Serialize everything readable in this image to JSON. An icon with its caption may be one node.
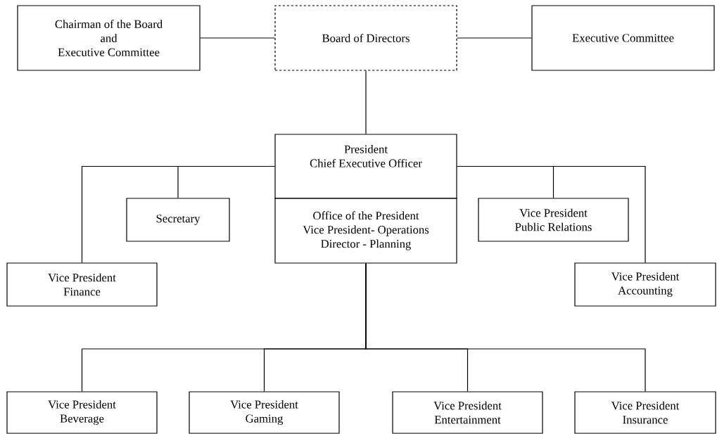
{
  "diagram": {
    "nodes": [
      {
        "text": [
          "Chairman of the Board",
          "and",
          "Executive Committee"
        ]
      },
      {
        "text": [
          "Board of Directors"
        ]
      },
      {
        "text": [
          "Executive Committee"
        ]
      },
      {
        "text": [
          "President",
          "Chief Executive Officer"
        ]
      },
      {
        "text": [
          "Office of the President",
          "Vice President- Operations",
          "Director - Planning"
        ]
      },
      {
        "text": [
          "Secretary"
        ]
      },
      {
        "text": [
          "Vice President",
          "Public Relations"
        ]
      },
      {
        "text": [
          "Vice President",
          "Finance"
        ]
      },
      {
        "text": [
          "Vice President",
          "Accounting"
        ]
      },
      {
        "text": [
          "Vice President",
          "Beverage"
        ]
      },
      {
        "text": [
          "Vice President",
          "Gaming"
        ]
      },
      {
        "text": [
          "Vice President",
          "Entertainment"
        ]
      },
      {
        "text": [
          "Vice President",
          "Insurance"
        ]
      }
    ],
    "edges": [
      {
        "from": 1,
        "to": 0,
        "arrow": "none"
      },
      {
        "from": 1,
        "to": 2,
        "arrow": "none"
      },
      {
        "from": 1,
        "to": 3,
        "arrow": "none"
      },
      {
        "from": 3,
        "to": 7,
        "arrow": "none"
      },
      {
        "from": 3,
        "to": 5,
        "arrow": "none"
      },
      {
        "from": 3,
        "to": 6,
        "arrow": "none"
      },
      {
        "from": 3,
        "to": 8,
        "arrow": "none"
      },
      {
        "from": 4,
        "to": 9,
        "arrow": "none"
      },
      {
        "from": 4,
        "to": 10,
        "arrow": "none"
      },
      {
        "from": 4,
        "to": 11,
        "arrow": "none"
      },
      {
        "from": 4,
        "to": 12,
        "arrow": "none"
      }
    ]
  }
}
